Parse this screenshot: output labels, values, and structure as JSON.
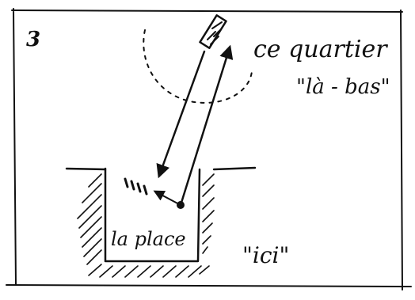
{
  "diagram": {
    "number": "3",
    "labels": {
      "district": "ce quartier",
      "over_there": "\"là - bas\"",
      "square": "la place",
      "here": "\"ici\""
    },
    "colors": {
      "ink": "#111111",
      "paper": "#ffffff"
    }
  }
}
